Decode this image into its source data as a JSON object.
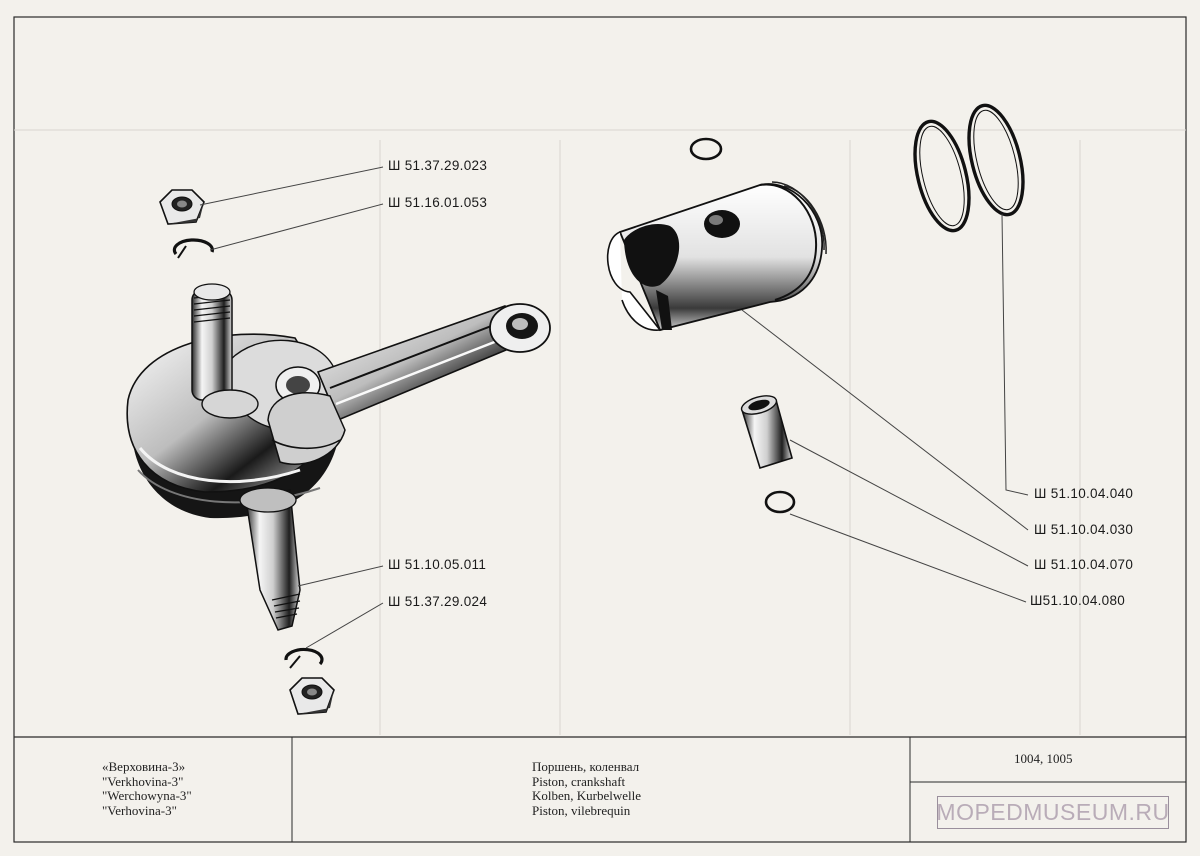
{
  "part_labels": {
    "nut_top": "Ш 51.37.29.023",
    "washer_top": "Ш 51.16.01.053",
    "crankshaft": "Ш 51.10.05.011",
    "washer_bottom": "Ш 51.37.29.024",
    "piston_rings": "Ш 51.10.04.040",
    "piston": "Ш 51.10.04.030",
    "piston_pin": "Ш 51.10.04.070",
    "circlip": "Ш51.10.04.080"
  },
  "title_block": {
    "models": [
      "«Верховина-3»",
      "\"Verkhovina-3\"",
      "\"Werchowyna-3\"",
      "\"Verhovina-3\""
    ],
    "description": [
      "Поршень, коленвал",
      "Piston, crankshaft",
      "Kolben, Kurbelwelle",
      "Piston, vilebrequin"
    ],
    "page_numbers": "1004, 1005"
  },
  "watermark": "MOPEDMUSEUM.RU"
}
